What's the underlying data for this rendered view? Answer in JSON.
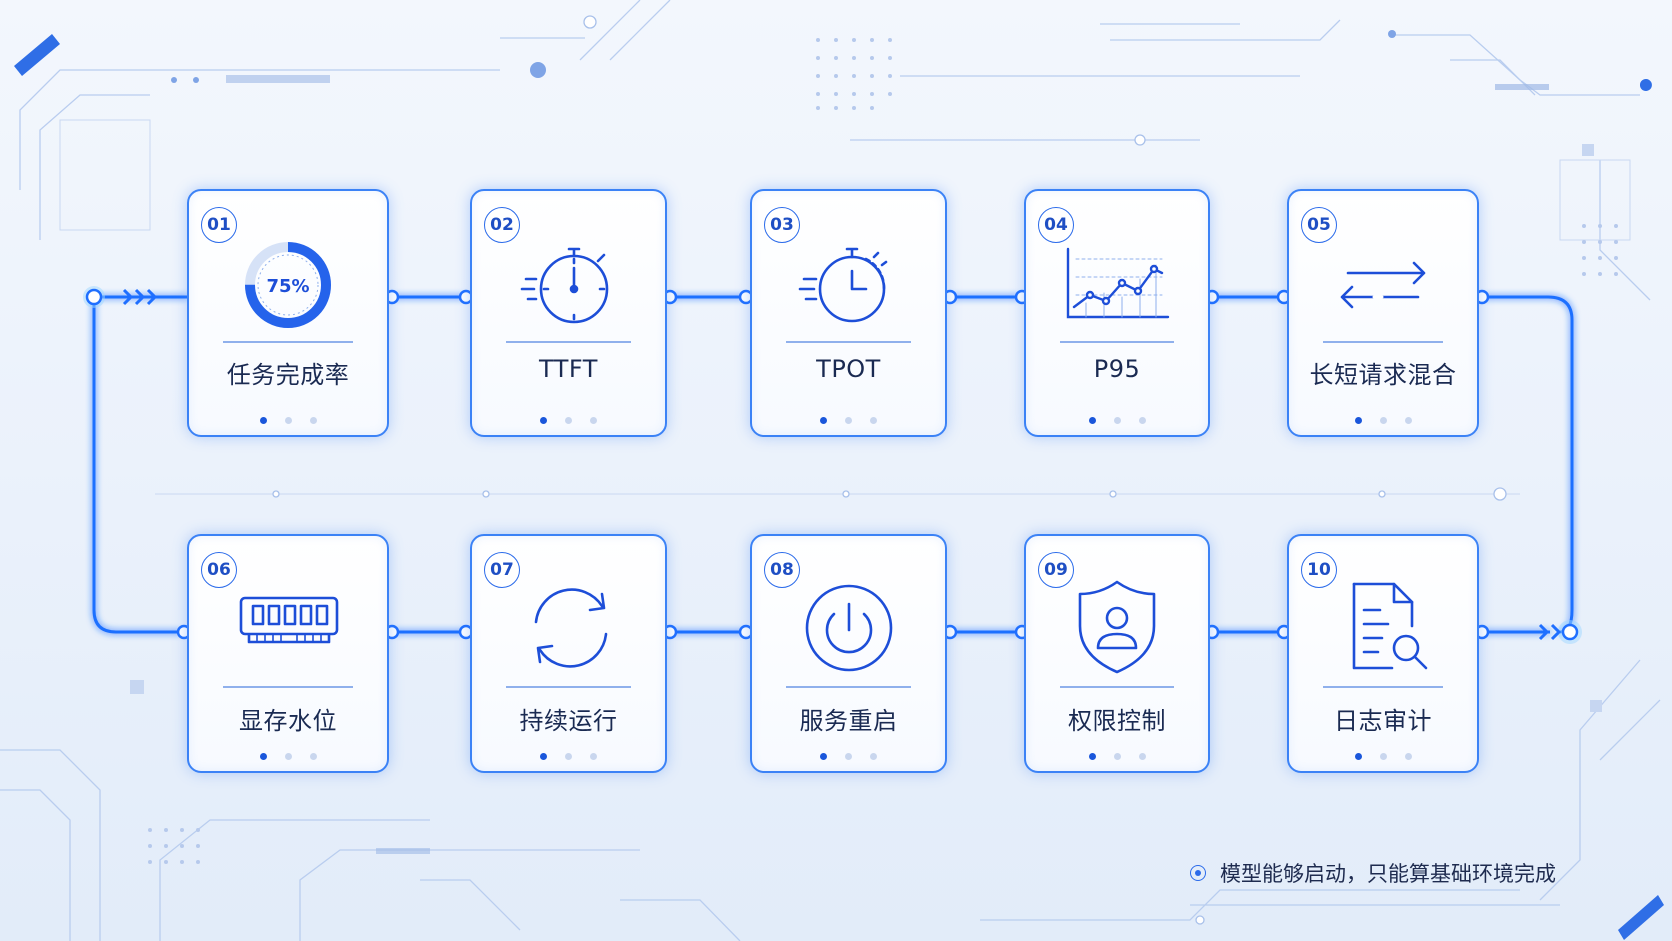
{
  "steps": [
    {
      "num": "01",
      "label": "任务完成率",
      "icon": "progress-ring-icon",
      "progress_text": "75%",
      "progress": 0.75
    },
    {
      "num": "02",
      "label": "TTFT",
      "icon": "stopwatch-icon"
    },
    {
      "num": "03",
      "label": "TPOT",
      "icon": "timer-icon"
    },
    {
      "num": "04",
      "label": "P95",
      "icon": "line-chart-icon"
    },
    {
      "num": "05",
      "label": "长短请求混合",
      "icon": "swap-arrows-icon"
    },
    {
      "num": "06",
      "label": "显存水位",
      "icon": "memory-chip-icon"
    },
    {
      "num": "07",
      "label": "持续运行",
      "icon": "refresh-icon"
    },
    {
      "num": "08",
      "label": "服务重启",
      "icon": "power-icon"
    },
    {
      "num": "09",
      "label": "权限控制",
      "icon": "shield-user-icon"
    },
    {
      "num": "10",
      "label": "日志审计",
      "icon": "document-search-icon"
    }
  ],
  "note": "模型能够启动，只能算基础环境完成",
  "colors": {
    "accent": "#1a56db",
    "line": "#1f6fff",
    "glow": "#39b7ff",
    "border": "#3b82f6"
  }
}
